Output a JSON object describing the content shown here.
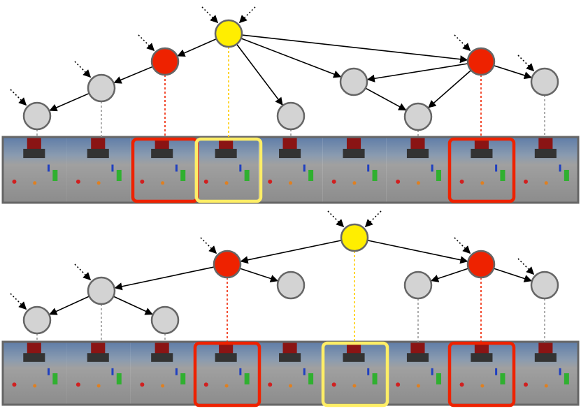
{
  "colors": {
    "node_normal": "#d3d3d3",
    "node_keyframe": "#ee2200",
    "node_root": "#ffee00",
    "node_stroke": "#666666",
    "edge": "#000000",
    "highlight_keyframe": "#ee2200",
    "highlight_root": "#ffee66",
    "link_normal": "#999999",
    "link_keyframe": "#ee2200",
    "link_root": "#ffcc00",
    "strip_border": "#666666"
  },
  "panels": [
    {
      "id": "top",
      "nodes": [
        {
          "id": "A",
          "kind": "root",
          "frame": 3,
          "incoming": true
        },
        {
          "id": "B",
          "kind": "keyframe",
          "frame": 2,
          "incoming": true
        },
        {
          "id": "C",
          "kind": "keyframe",
          "frame": 7,
          "incoming": true
        },
        {
          "id": "D",
          "kind": "normal",
          "frame": 1,
          "incoming": true
        },
        {
          "id": "E",
          "kind": "normal",
          "frame": 0,
          "incoming": true
        },
        {
          "id": "F",
          "kind": "normal",
          "frame": 4,
          "incoming": false
        },
        {
          "id": "G",
          "kind": "normal",
          "frame": null,
          "incoming": false
        },
        {
          "id": "H",
          "kind": "normal",
          "frame": 6,
          "incoming": false
        },
        {
          "id": "I",
          "kind": "normal",
          "frame": 8,
          "incoming": true
        }
      ],
      "edges": [
        [
          "A",
          "B"
        ],
        [
          "A",
          "C"
        ],
        [
          "A",
          "G"
        ],
        [
          "A",
          "F"
        ],
        [
          "B",
          "D"
        ],
        [
          "D",
          "E"
        ],
        [
          "C",
          "G"
        ],
        [
          "C",
          "I"
        ],
        [
          "G",
          "H"
        ],
        [
          "C",
          "H"
        ]
      ],
      "highlights": [
        {
          "frame": 2,
          "kind": "keyframe"
        },
        {
          "frame": 3,
          "kind": "root"
        },
        {
          "frame": 7,
          "kind": "keyframe"
        }
      ]
    },
    {
      "id": "bottom",
      "nodes": [
        {
          "id": "A",
          "kind": "root",
          "frame": 5,
          "incoming": true
        },
        {
          "id": "B",
          "kind": "keyframe",
          "frame": 3,
          "incoming": true
        },
        {
          "id": "C",
          "kind": "keyframe",
          "frame": 7,
          "incoming": true
        },
        {
          "id": "D",
          "kind": "normal",
          "frame": 1,
          "incoming": true
        },
        {
          "id": "E",
          "kind": "normal",
          "frame": 0,
          "incoming": true
        },
        {
          "id": "F",
          "kind": "normal",
          "frame": 2,
          "incoming": false
        },
        {
          "id": "G",
          "kind": "normal",
          "frame": null,
          "incoming": false
        },
        {
          "id": "H",
          "kind": "normal",
          "frame": 6,
          "incoming": false
        },
        {
          "id": "I",
          "kind": "normal",
          "frame": 8,
          "incoming": true
        }
      ],
      "edges": [
        [
          "A",
          "B"
        ],
        [
          "A",
          "C"
        ],
        [
          "B",
          "D"
        ],
        [
          "D",
          "E"
        ],
        [
          "D",
          "F"
        ],
        [
          "B",
          "G"
        ],
        [
          "C",
          "H"
        ],
        [
          "C",
          "I"
        ]
      ],
      "highlights": [
        {
          "frame": 3,
          "kind": "keyframe"
        },
        {
          "frame": 5,
          "kind": "root"
        },
        {
          "frame": 7,
          "kind": "keyframe"
        }
      ]
    }
  ],
  "strip": {
    "frames": 9
  }
}
